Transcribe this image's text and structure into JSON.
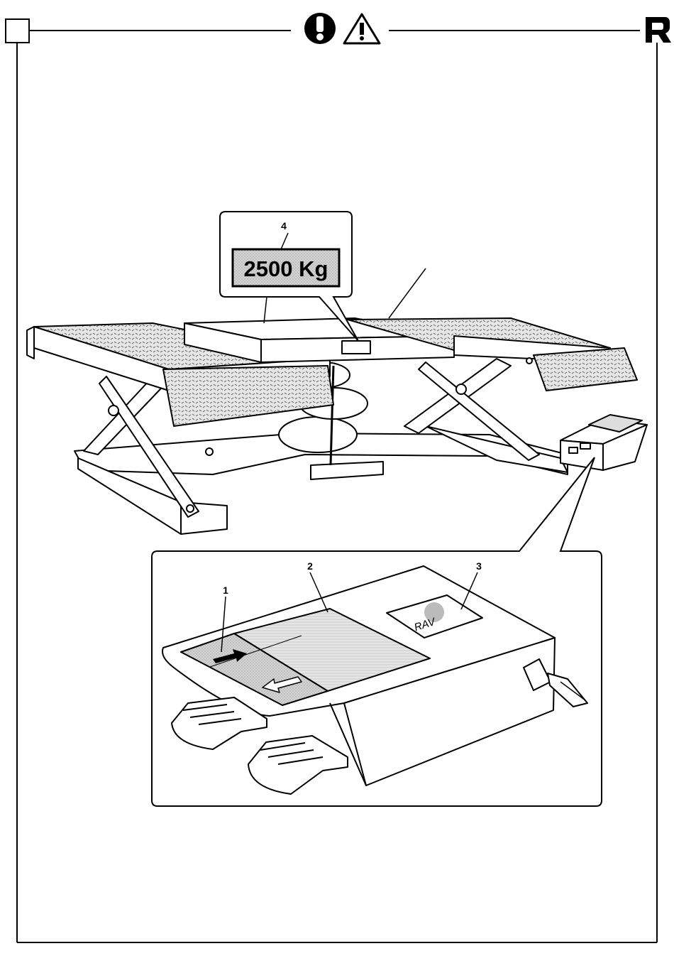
{
  "header": {
    "icons": [
      "exclamation-circle-icon",
      "warning-triangle-icon"
    ],
    "logo": "ravaglioli-r-logo"
  },
  "weight_label": {
    "text": "2500 Kg"
  },
  "callouts": {
    "c1": "1",
    "c2": "2",
    "c3": "3",
    "c4": "4"
  },
  "control_panel": {
    "brand_mark_text": "RAV"
  }
}
